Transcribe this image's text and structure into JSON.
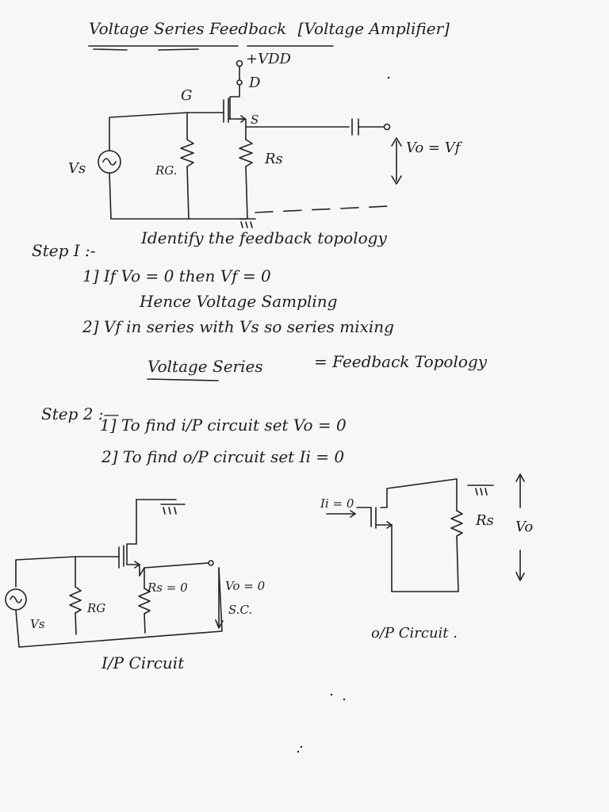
{
  "title": {
    "main": "Voltage Series Feedback",
    "sub": "[Voltage Amplifier]"
  },
  "circuit_main": {
    "vdd": "+VDD",
    "drain": "D",
    "gate": "G",
    "source": "S",
    "vs": "Vs",
    "rg": "RG.",
    "rs": "Rs",
    "vo": "Vo = Vf"
  },
  "step1": {
    "heading": "Step I :-",
    "text": "Identify the feedback topology",
    "line1": "1] If  Vo = 0      then Vf = 0",
    "line2": "Hence Voltage Sampling",
    "line3": "2] Vf in series with Vs so series mixing",
    "topology_lhs": "Voltage Series",
    "topology_rhs": "= Feedback Topology"
  },
  "step2": {
    "heading": "Step 2 :—",
    "line1": "1] To find i/P circuit set  Vo = 0",
    "line2": "2] To find o/P circuit  set  Ii = 0"
  },
  "input_circuit": {
    "vs": "Vs",
    "rg": "RG",
    "rs": "Rs = 0",
    "vo": "Vo = 0",
    "sc": "S.C.",
    "caption": "I/P Circuit"
  },
  "output_circuit": {
    "ii": "Ii = 0",
    "rs": "Rs",
    "vo": "Vo",
    "caption": "o/P Circuit ."
  }
}
